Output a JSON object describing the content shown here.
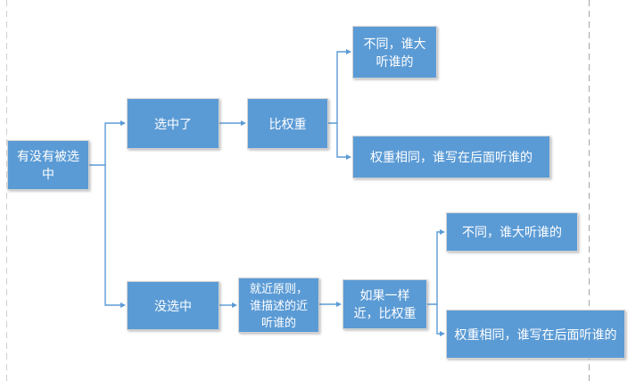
{
  "diagram": {
    "type": "flowchart",
    "nodes": {
      "root": {
        "label": "有没有被选中"
      },
      "selected": {
        "label": "选中了"
      },
      "compare_weight": {
        "label": "比权重"
      },
      "selected_diff": {
        "label": "不同，谁大听谁的"
      },
      "selected_same": {
        "label": "权重相同，谁写在后面听谁的"
      },
      "not_selected": {
        "label": "没选中"
      },
      "proximity_rule": {
        "label": "就近原则，谁描述的近听谁的"
      },
      "equal_distance": {
        "label": "如果一样近，比权重"
      },
      "unselected_diff": {
        "label": "不同，谁大听谁的"
      },
      "unselected_same": {
        "label": "权重相同，谁写在后面听谁的"
      }
    },
    "edges": [
      {
        "from": "root",
        "to": "selected"
      },
      {
        "from": "root",
        "to": "not_selected"
      },
      {
        "from": "selected",
        "to": "compare_weight"
      },
      {
        "from": "compare_weight",
        "to": "selected_diff"
      },
      {
        "from": "compare_weight",
        "to": "selected_same"
      },
      {
        "from": "not_selected",
        "to": "proximity_rule"
      },
      {
        "from": "proximity_rule",
        "to": "equal_distance"
      },
      {
        "from": "equal_distance",
        "to": "unselected_diff"
      },
      {
        "from": "equal_distance",
        "to": "unselected_same"
      }
    ],
    "colors": {
      "node_fill": "#5b9bd5",
      "node_text": "#ffffff",
      "connector": "#5b9bd5",
      "margin_line_right": "#a6a6a6",
      "margin_line_left": "#d0d0d0"
    }
  }
}
